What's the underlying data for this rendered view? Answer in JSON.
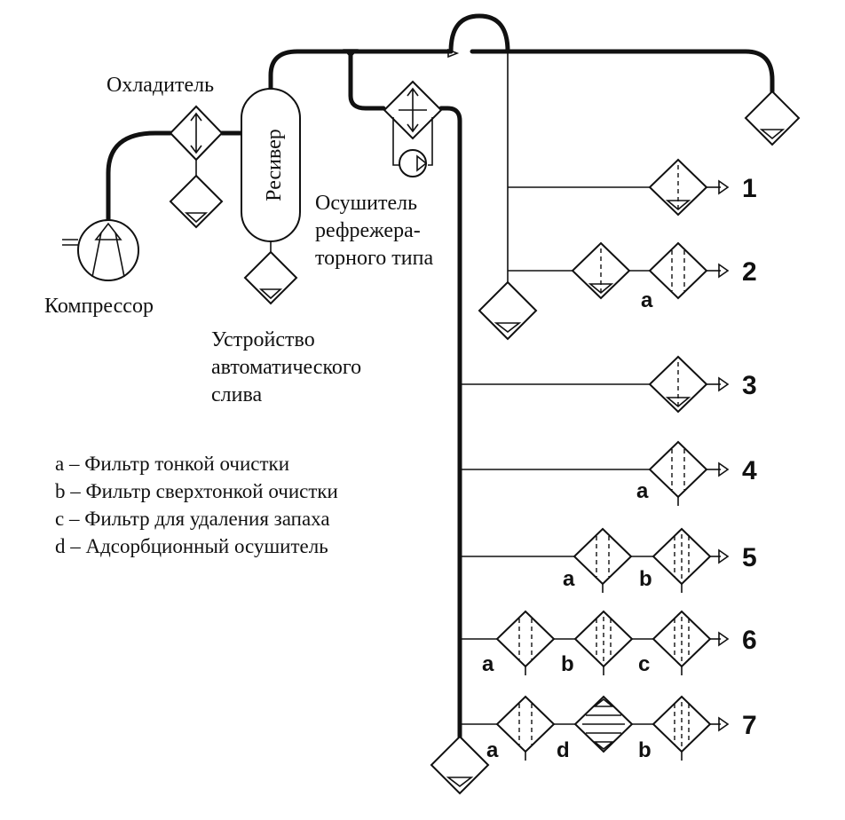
{
  "labels": {
    "cooler": "Охладитель",
    "receiver": "Ресивер",
    "compressor": "Компрессор",
    "dryer": [
      "Осушитель",
      "рефрежера-",
      "торного типа"
    ],
    "drain": [
      "Устройство",
      "автоматического",
      "слива"
    ]
  },
  "legend": [
    "a – Фильтр тонкой очистки",
    "b – Фильтр сверхтонкой очистки",
    "c – Фильтр для удаления запаха",
    "d – Адсорбционный осушитель"
  ],
  "lines": [
    {
      "number": "1",
      "letters": []
    },
    {
      "number": "2",
      "letters": [
        "a"
      ]
    },
    {
      "number": "3",
      "letters": []
    },
    {
      "number": "4",
      "letters": [
        "a"
      ]
    },
    {
      "number": "5",
      "letters": [
        "a",
        "b"
      ]
    },
    {
      "number": "6",
      "letters": [
        "a",
        "b",
        "c"
      ]
    },
    {
      "number": "7",
      "letters": [
        "a",
        "d",
        "b"
      ]
    }
  ]
}
